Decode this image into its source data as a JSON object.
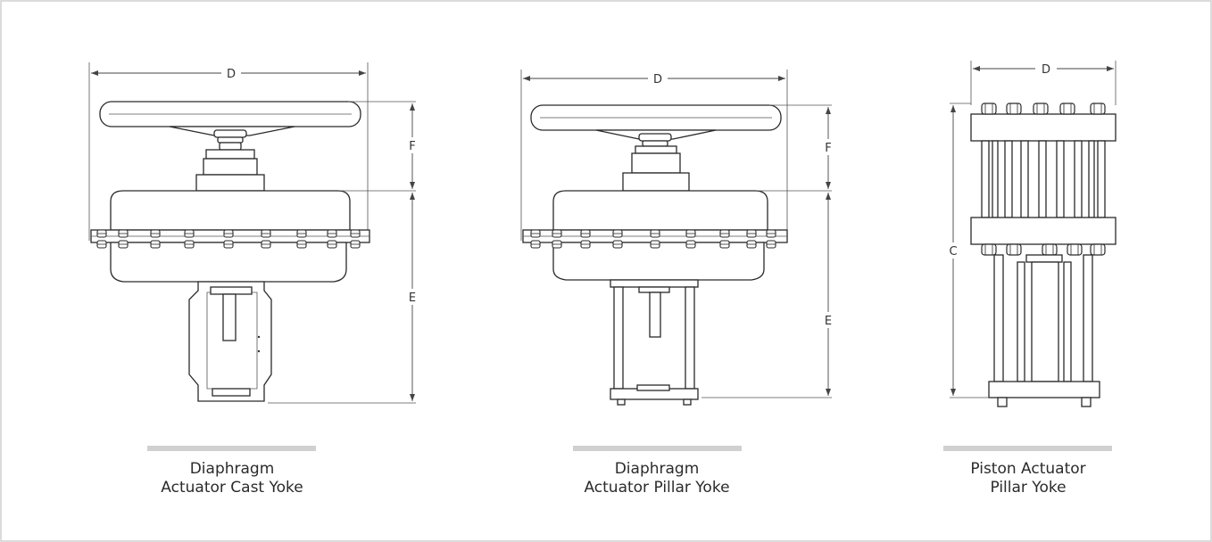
{
  "figures": [
    {
      "id": "cast-yoke",
      "caption_line1": "Diaphragm",
      "caption_line2": "Actuator Cast Yoke",
      "dim_labels": {
        "width": "D",
        "upper_height": "F",
        "lower_height": "E"
      }
    },
    {
      "id": "pillar-yoke",
      "caption_line1": "Diaphragm",
      "caption_line2": "Actuator Pillar Yoke",
      "dim_labels": {
        "width": "D",
        "upper_height": "F",
        "lower_height": "E"
      }
    },
    {
      "id": "piston-pillar",
      "caption_line1": "Piston Actuator",
      "caption_line2": "Pillar Yoke",
      "dim_labels": {
        "width": "D",
        "height": "C"
      }
    }
  ],
  "colors": {
    "border": "#cfcfcf",
    "caption_bar": "#d0d0d0",
    "line": "#2a2a2a"
  }
}
